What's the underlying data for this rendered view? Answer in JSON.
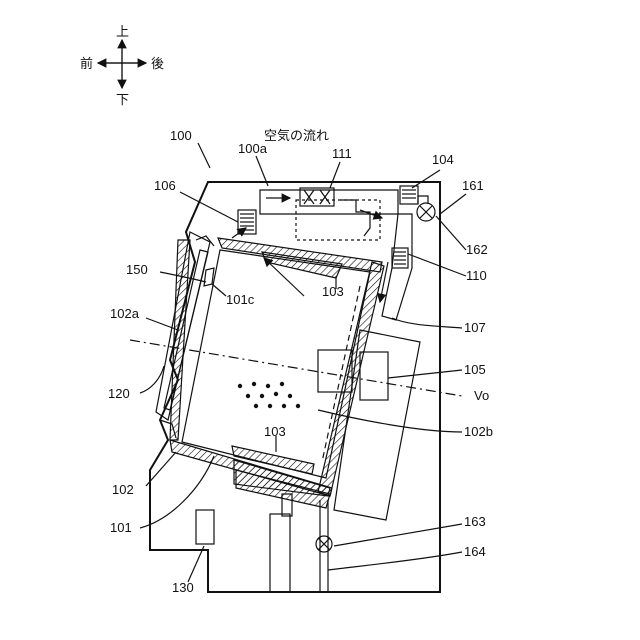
{
  "compass": {
    "up": "上",
    "down": "下",
    "front": "前",
    "back": "後"
  },
  "labels": {
    "airflow": "空気の流れ",
    "l100": "100",
    "l100a": "100a",
    "l111": "111",
    "l104": "104",
    "l161": "161",
    "l106": "106",
    "l162": "162",
    "l110": "110",
    "l150": "150",
    "l101c": "101c",
    "l103_top": "103",
    "l102a": "102a",
    "l107": "107",
    "l105": "105",
    "lVo": "Vo",
    "l120": "120",
    "l102b": "102b",
    "l103_bottom": "103",
    "l102": "102",
    "l101": "101",
    "l163": "163",
    "l164": "164",
    "l130": "130"
  }
}
